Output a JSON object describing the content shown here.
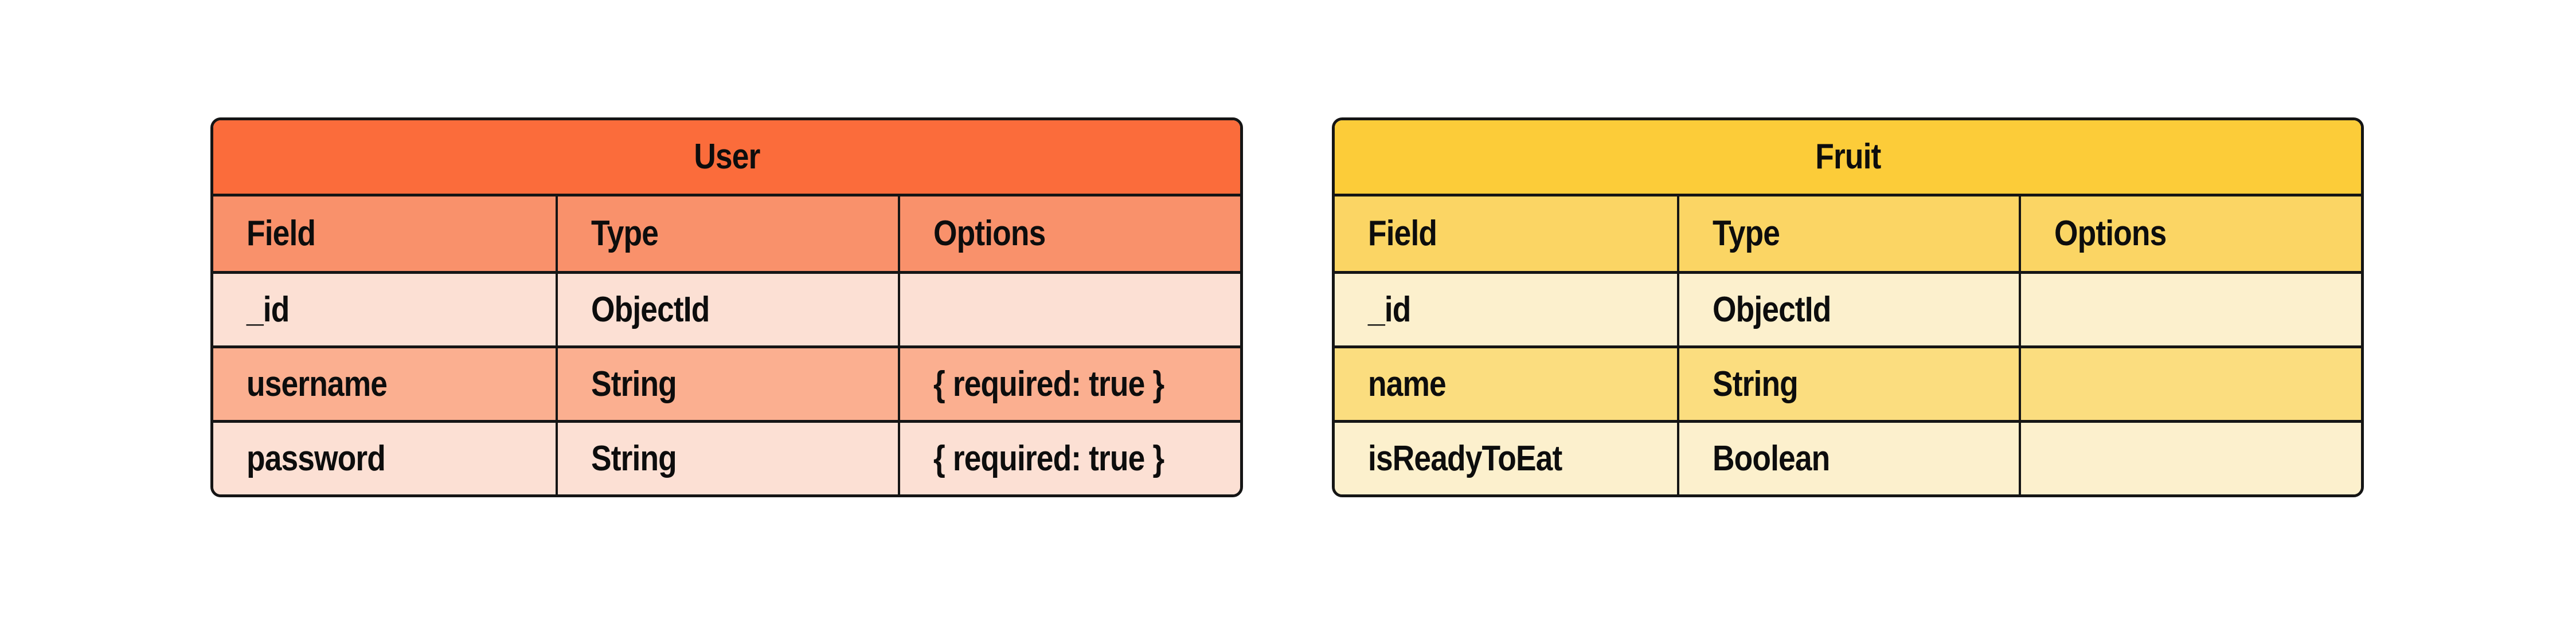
{
  "page": {
    "background": "#FFFFFF"
  },
  "tables": [
    {
      "title": "User",
      "columns": [
        "Field",
        "Type",
        "Options"
      ],
      "rows": [
        [
          "_id",
          "ObjectId",
          ""
        ],
        [
          "username",
          "String",
          "{ required: true }"
        ],
        [
          "password",
          "String",
          "{ required: true }"
        ]
      ],
      "colors": {
        "title-bg": "#FB6C3B",
        "header-bg": "#F9916B",
        "row-odd-bg": "#FCE0D4",
        "row-even-bg": "#FBAF90",
        "border": "#151515",
        "text": "#0D0D0D"
      }
    },
    {
      "title": "Fruit",
      "columns": [
        "Field",
        "Type",
        "Options"
      ],
      "rows": [
        [
          "_id",
          "ObjectId",
          ""
        ],
        [
          "name",
          "String",
          ""
        ],
        [
          "isReadyToEat",
          "Boolean",
          ""
        ]
      ],
      "colors": {
        "title-bg": "#FCCC39",
        "header-bg": "#FBD564",
        "row-odd-bg": "#FCF0CD",
        "row-even-bg": "#FBDD7F",
        "border": "#151515",
        "text": "#0D0D0D"
      }
    }
  ]
}
